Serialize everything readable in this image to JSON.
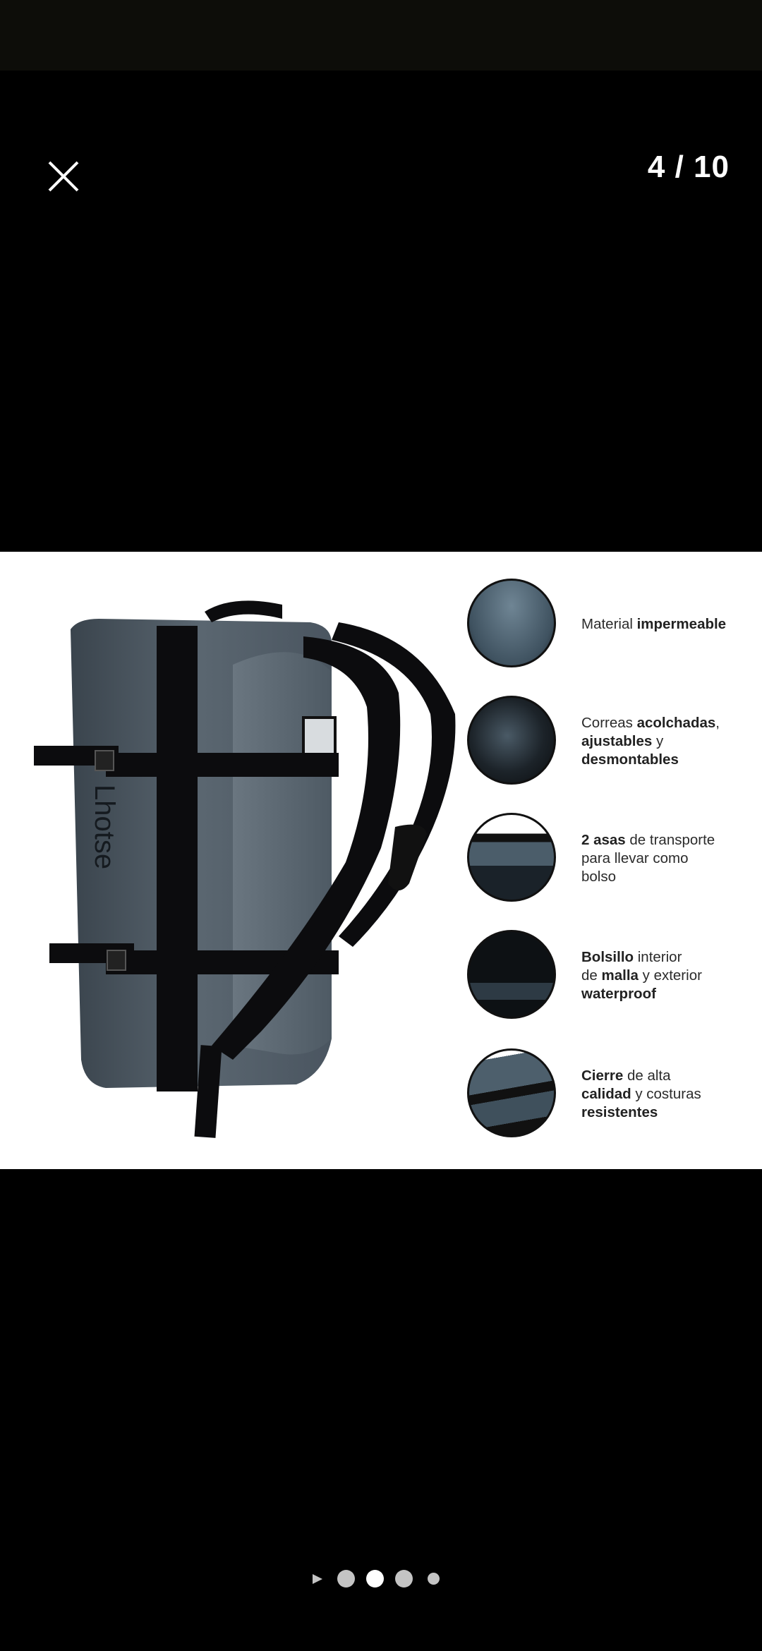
{
  "viewer": {
    "counter": "4 / 10",
    "current_index": 4,
    "total": 10,
    "close_label": "close"
  },
  "image": {
    "brand": "Lhotse",
    "features": [
      {
        "parts": [
          {
            "t": "Material ",
            "b": false
          },
          {
            "t": "impermeable",
            "b": true
          }
        ]
      },
      {
        "parts": [
          {
            "t": "Correas ",
            "b": false
          },
          {
            "t": "acolchadas",
            "b": true
          },
          {
            "t": ",",
            "b": false
          },
          {
            "t": "\n",
            "b": false
          },
          {
            "t": "ajustables",
            "b": true
          },
          {
            "t": " y",
            "b": false
          },
          {
            "t": "\n",
            "b": false
          },
          {
            "t": "desmontables",
            "b": true
          }
        ]
      },
      {
        "parts": [
          {
            "t": "2 asas",
            "b": true
          },
          {
            "t": " de transporte",
            "b": false
          },
          {
            "t": "\n",
            "b": false
          },
          {
            "t": "para llevar como",
            "b": false
          },
          {
            "t": "\n",
            "b": false
          },
          {
            "t": "bolso",
            "b": false
          }
        ]
      },
      {
        "parts": [
          {
            "t": "Bolsillo",
            "b": true
          },
          {
            "t": " interior",
            "b": false
          },
          {
            "t": "\n",
            "b": false
          },
          {
            "t": "de ",
            "b": false
          },
          {
            "t": "malla",
            "b": true
          },
          {
            "t": " y exterior",
            "b": false
          },
          {
            "t": "\n",
            "b": false
          },
          {
            "t": "waterproof",
            "b": true
          }
        ]
      },
      {
        "parts": [
          {
            "t": "Cierre",
            "b": true
          },
          {
            "t": " de alta",
            "b": false
          },
          {
            "t": "\n",
            "b": false
          },
          {
            "t": "calidad",
            "b": true
          },
          {
            "t": " y costuras",
            "b": false
          },
          {
            "t": "\n",
            "b": false
          },
          {
            "t": "resistentes",
            "b": true
          }
        ]
      }
    ]
  },
  "pagination": {
    "dots": [
      {
        "type": "play",
        "active": false
      },
      {
        "type": "dot",
        "active": false,
        "size": "large"
      },
      {
        "type": "dot",
        "active": true,
        "size": "large"
      },
      {
        "type": "dot",
        "active": false,
        "size": "large"
      },
      {
        "type": "dot",
        "active": false,
        "size": "small"
      }
    ]
  },
  "colors": {
    "background": "#000000",
    "status_bar": "#0d0d09",
    "bag_gray": "#4e5a64",
    "strap_black": "#0c0c0e",
    "dot_inactive": "#c4c4c4",
    "dot_active": "#ffffff"
  }
}
